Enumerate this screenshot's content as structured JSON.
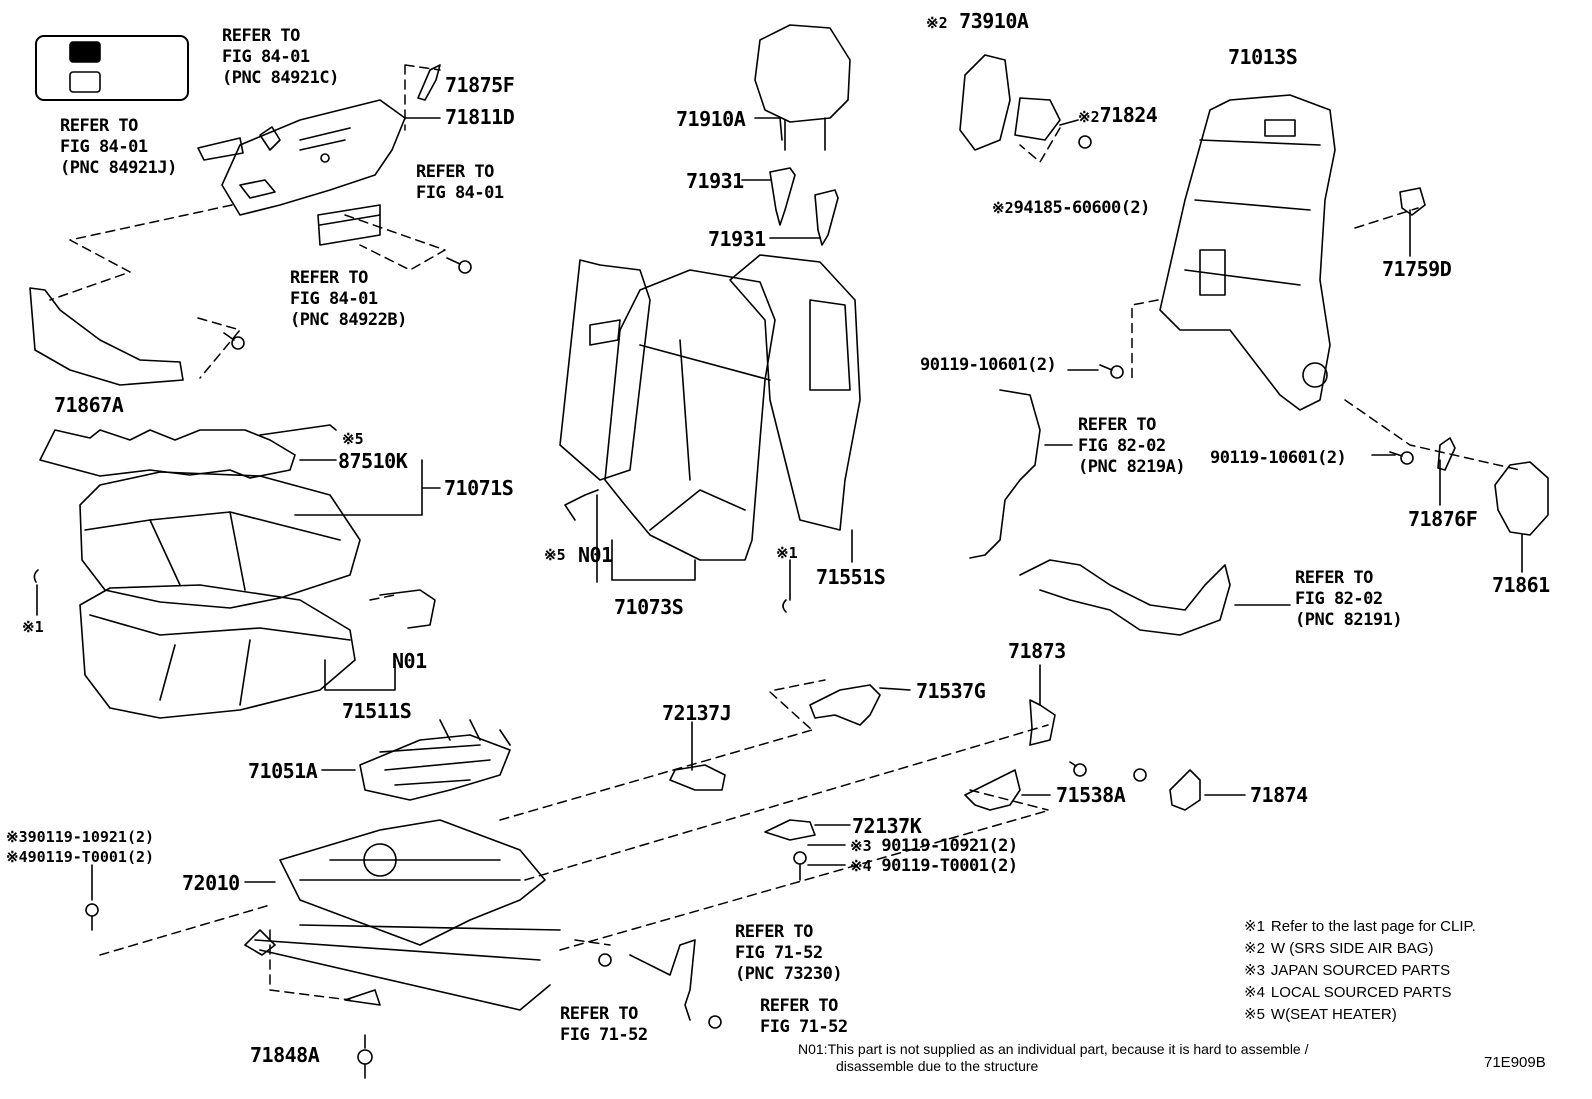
{
  "legend_box": {
    "filled": "",
    "open": ""
  },
  "parts": {
    "p71875F": "71875F",
    "p71811D": "71811D",
    "p71867A": "71867A",
    "p87510K": "87510K",
    "p71071S": "71071S",
    "p71511S": "71511S",
    "p71051A": "71051A",
    "p72010": "72010",
    "p71848A": "71848A",
    "p71910A": "71910A",
    "p71931a": "71931",
    "p71931b": "71931",
    "p71073S": "71073S",
    "p71551S": "71551S",
    "p73910A": "73910A",
    "p71824": "71824",
    "p9418560600": "94185-60600(2)",
    "p71013S": "71013S",
    "p71759D": "71759D",
    "p90119_10601a": "90119-10601(2)",
    "p90119_10601b": "90119-10601(2)",
    "p71876F": "71876F",
    "p71861": "71861",
    "p71873": "71873",
    "p71537G": "71537G",
    "p72137J": "72137J",
    "p71538A": "71538A",
    "p71874": "71874",
    "p72137K": "72137K",
    "p90119_10921": "90119-10921(2)",
    "p90119_T0001": "90119-T0001(2)",
    "left_fast_1": "390119-10921(2)",
    "left_fast_2": "490119-T0001(2)",
    "n01_a": "N01",
    "n01_b": "N01",
    "mark_x1a": "※1",
    "mark_x1b": "※1",
    "mark_x2a": "※2",
    "mark_x2b": "※2",
    "mark_x2c": "※2",
    "mark_x3": "※3",
    "mark_x4": "※4",
    "mark_x5a": "※5",
    "mark_x5b": "※5",
    "mark_xl3": "※",
    "mark_xl4": "※"
  },
  "refs": {
    "r1": "REFER TO\nFIG 84-01\n(PNC 84921C)",
    "r2": "REFER TO\nFIG 84-01\n(PNC 84921J)",
    "r3": "REFER TO\nFIG 84-01",
    "r4": "REFER TO\nFIG 84-01\n(PNC 84922B)",
    "r5": "REFER TO\nFIG 82-02\n(PNC 8219A)",
    "r6": "REFER TO\nFIG 82-02\n(PNC 82191)",
    "r7": "REFER TO\nFIG 71-52\n(PNC 73230)",
    "r8": "REFER TO\nFIG 71-52",
    "r9": "REFER TO\nFIG 71-52"
  },
  "notes": [
    {
      "mark": "※1",
      "text": "Refer to the last page for CLIP."
    },
    {
      "mark": "※2",
      "text": "W (SRS SIDE AIR BAG)"
    },
    {
      "mark": "※3",
      "text": "JAPAN SOURCED PARTS"
    },
    {
      "mark": "※4",
      "text": "LOCAL SOURCED PARTS"
    },
    {
      "mark": "※5",
      "text": "W(SEAT HEATER)"
    }
  ],
  "footnote_1": "N01:This part is not supplied as an individual part, because it is hard to assemble /",
  "footnote_2": "disassemble due to the structure",
  "figure_id": "71E909B"
}
